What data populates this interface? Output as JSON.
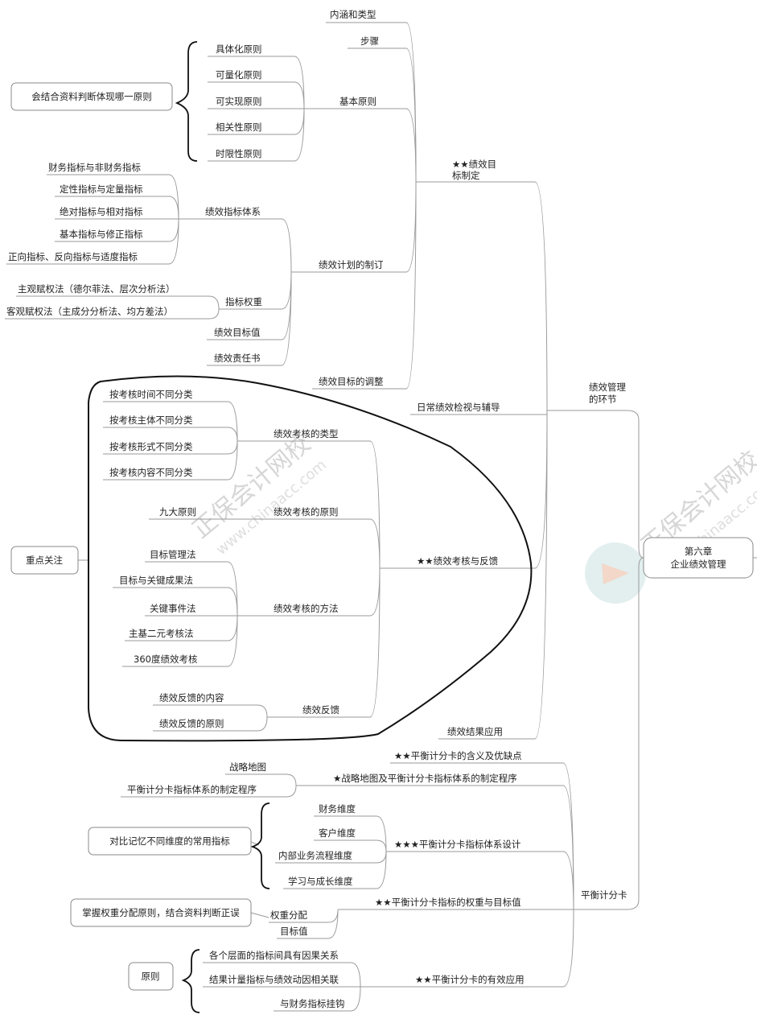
{
  "root": "第六章\n企业绩效管理",
  "branches": {
    "cycle": "绩效管理\n的环节",
    "bsc": "平衡计分卡"
  },
  "plan": {
    "title": "★★绩效目\n标制定",
    "connotation": "内涵和类型",
    "steps": "步骤",
    "basic_principle": "基本原则",
    "principles": [
      "具体化原则",
      "可量化原则",
      "可实现原则",
      "相关性原则",
      "时限性原则"
    ],
    "principle_note": "会结合资料判断体现哪一原则",
    "formulation": "绩效计划的制订",
    "indicator_system": "绩效指标体系",
    "indicators": [
      "财务指标与非财务指标",
      "定性指标与定量指标",
      "绝对指标与相对指标",
      "基本指标与修正指标",
      "正向指标、反向指标与适度指标"
    ],
    "weight": "指标权重",
    "weight_methods": [
      "主观赋权法（德尔菲法、层次分析法）",
      "客观赋权法（主成分分析法、均方差法）"
    ],
    "target_value": "绩效目标值",
    "responsibility": "绩效责任书",
    "adjust": "绩效目标的调整"
  },
  "monitor": "日常绩效检视与辅导",
  "review": {
    "title": "★★绩效考核与反馈",
    "types_title": "绩效考核的类型",
    "types": [
      "按考核时间不同分类",
      "按考核主体不同分类",
      "按考核形式不同分类",
      "按考核内容不同分类"
    ],
    "principles_title": "绩效考核的原则",
    "nine": "九大原则",
    "methods_title": "绩效考核的方法",
    "methods": [
      "目标管理法",
      "目标与关键成果法",
      "关键事件法",
      "主基二元考核法",
      "360度绩效考核"
    ],
    "feedback_title": "绩效反馈",
    "feedback": [
      "绩效反馈的内容",
      "绩效反馈的原则"
    ],
    "focus": "重点关注"
  },
  "apply": "绩效结果应用",
  "balanced": {
    "meaning": "★★平衡计分卡的含义及优缺点",
    "strategy": "★战略地图及平衡计分卡指标体系的制定程序",
    "strategy_items": [
      "战略地图",
      "平衡计分卡指标体系的制定程序"
    ],
    "design": "★★★平衡计分卡指标体系设计",
    "dimensions": [
      "财务维度",
      "客户维度",
      "内部业务流程维度",
      "学习与成长维度"
    ],
    "dimension_note": "对比记忆不同维度的常用指标",
    "weight_title": "★★平衡计分卡指标的权重与目标值",
    "weight_items": [
      "权重分配",
      "目标值"
    ],
    "weight_note": "掌握权重分配原则，结合资料判断正误",
    "effective": "★★平衡计分卡的有效应用",
    "effective_items": [
      "各个层面的指标间具有因果关系",
      "结果计量指标与绩效动因相关联",
      "与财务指标挂钩"
    ],
    "effective_note": "原则"
  },
  "watermark": {
    "cn": "正保会计网校",
    "url": "www.chinaacc.com"
  }
}
